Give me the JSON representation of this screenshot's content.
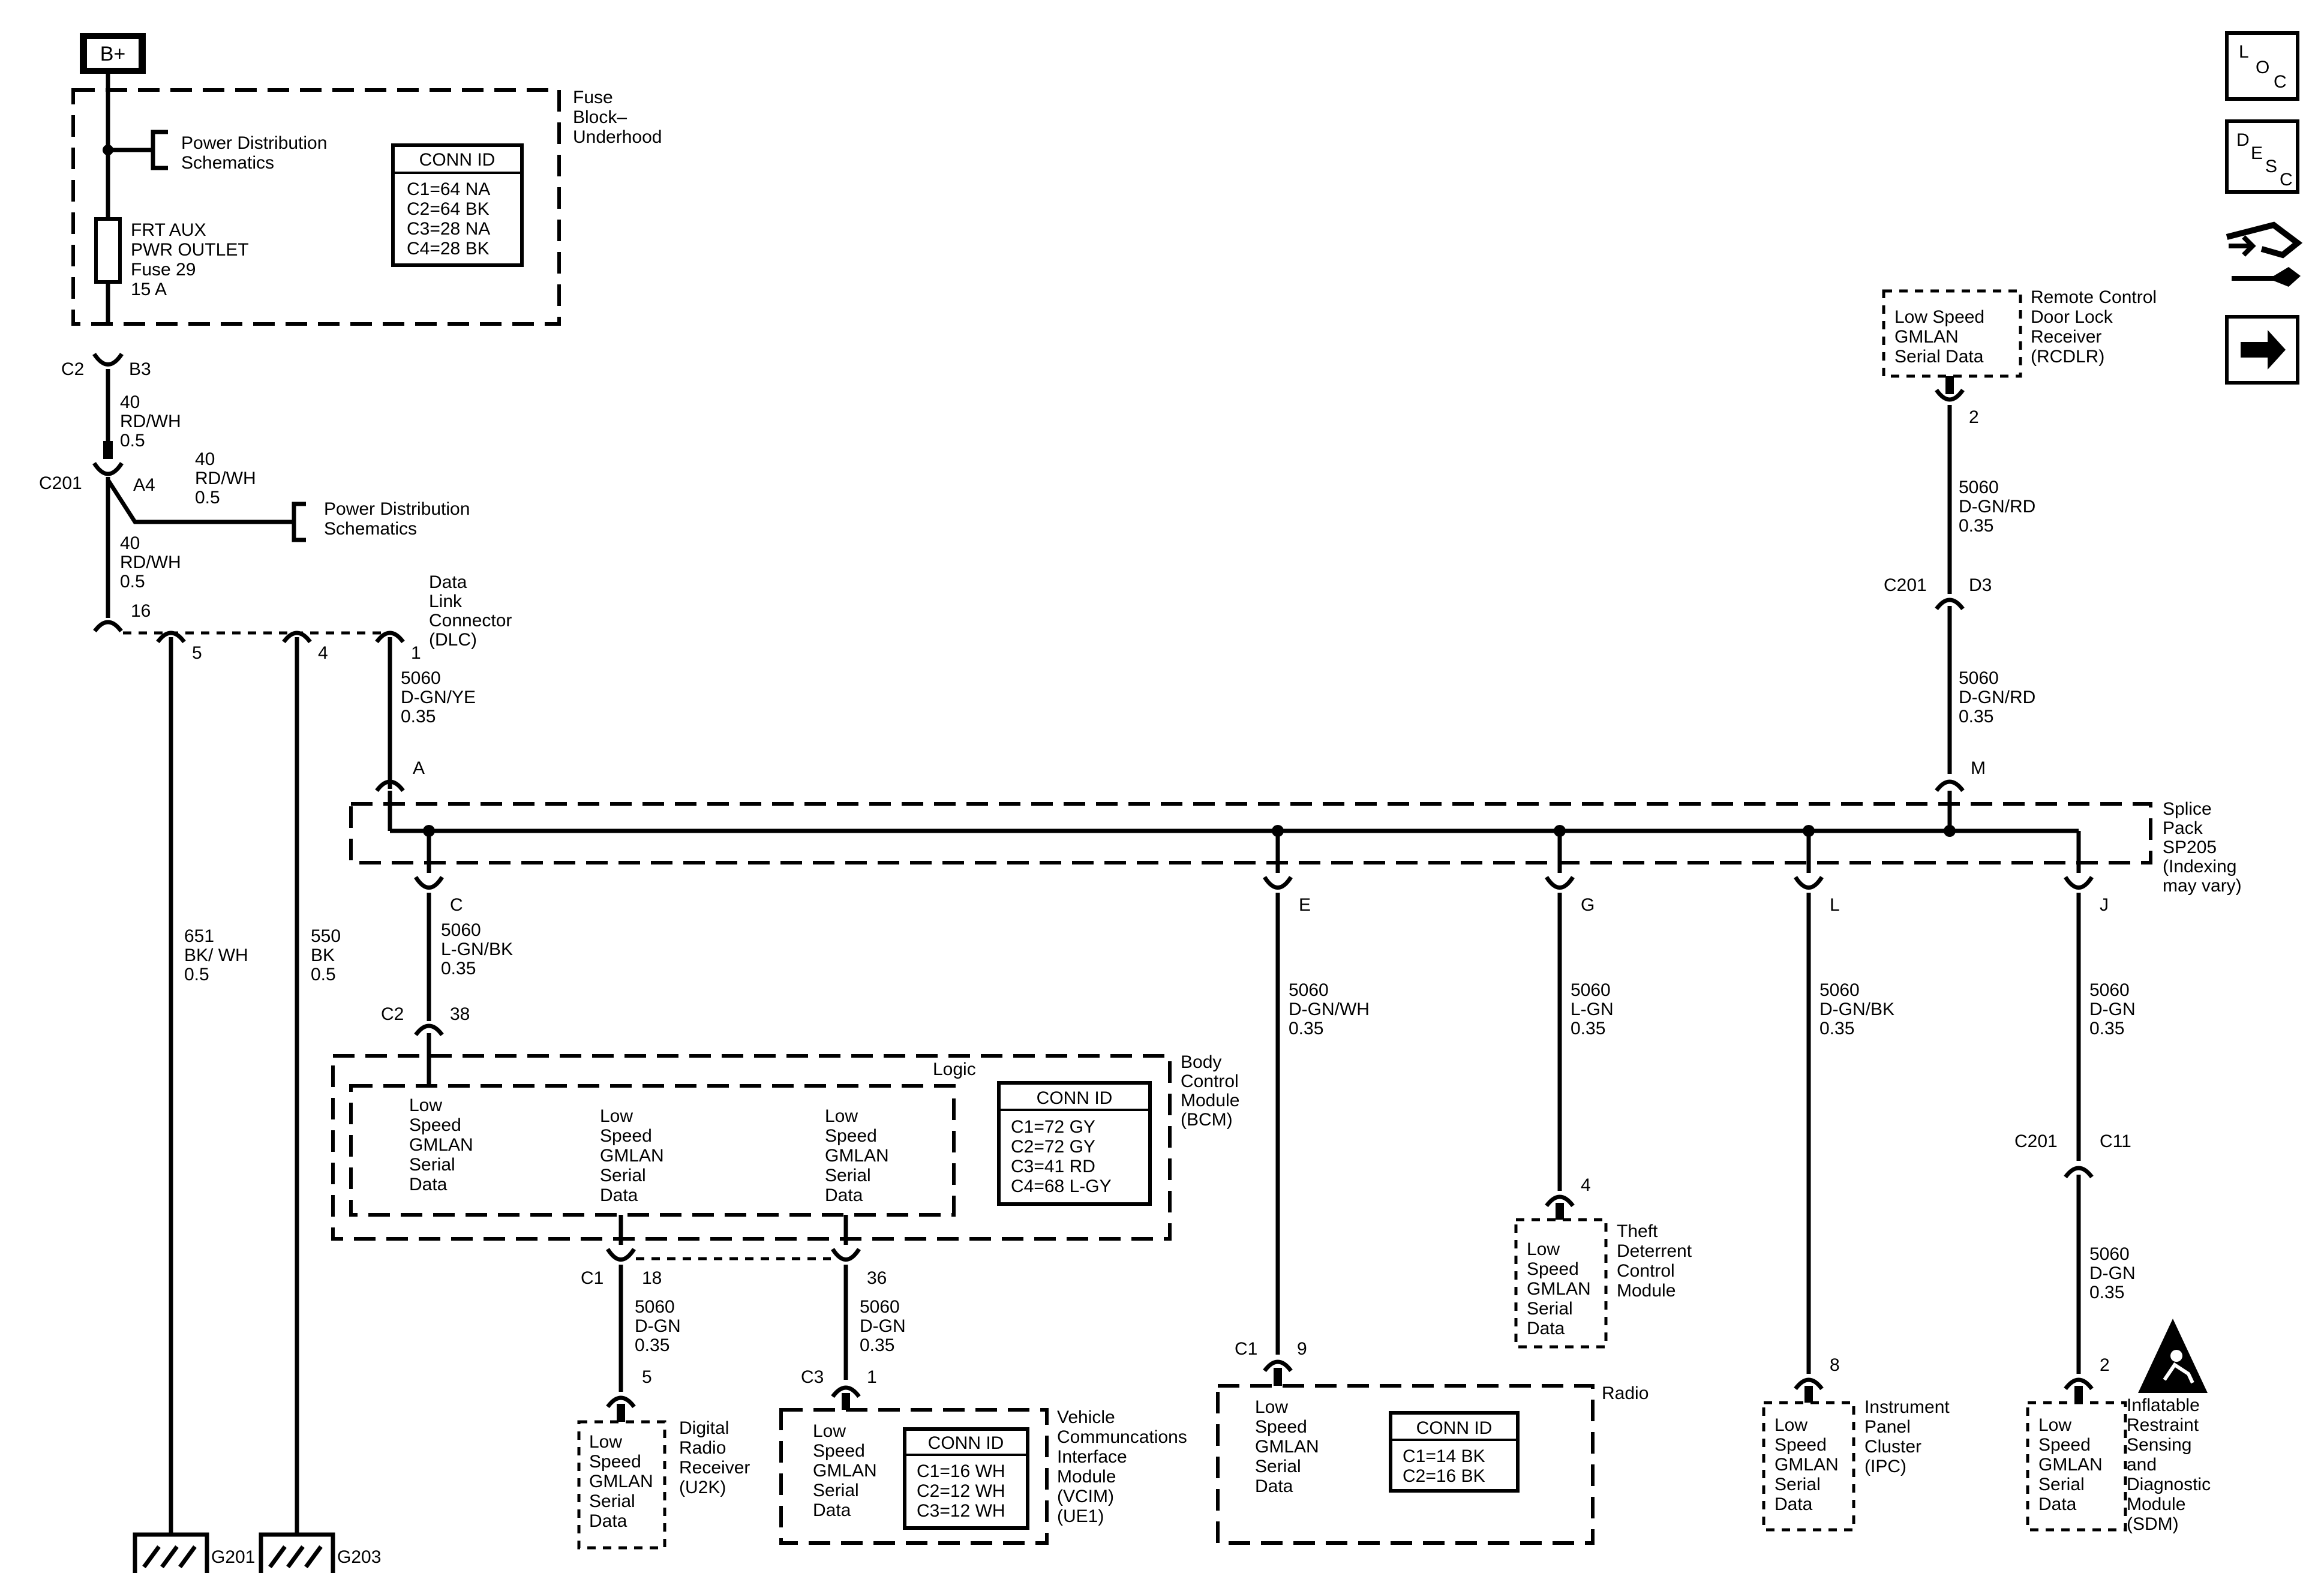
{
  "battery": "B+",
  "side_icons": {
    "loc": [
      "L",
      "O",
      "C"
    ],
    "desc": [
      "D",
      "E",
      "S",
      "C"
    ],
    "icons": [
      "wrench-hand-icon",
      "arrow-right-icon"
    ]
  },
  "fuse_block": {
    "name": [
      "Fuse",
      "Block–",
      "Underhood"
    ],
    "power_dist_1": [
      "Power Distribution",
      "Schematics"
    ],
    "fuse": [
      "FRT AUX",
      "PWR OUTLET",
      "Fuse 29",
      "15 A"
    ],
    "conn_id": {
      "title": "CONN ID",
      "rows": [
        "C1=64 NA",
        "C2=64 BK",
        "C3=28 NA",
        "C4=28 BK"
      ]
    }
  },
  "c2_b3": {
    "conn": "C2",
    "pin": "B3"
  },
  "wire_40_a": [
    "40",
    "RD/WH",
    "0.5"
  ],
  "c201_a4": {
    "conn": "C201",
    "pin": "A4"
  },
  "wire_40_b": [
    "40",
    "RD/WH",
    "0.5"
  ],
  "power_dist_2": [
    "Power Distribution",
    "Schematics"
  ],
  "wire_40_c": [
    "40",
    "RD/WH",
    "0.5"
  ],
  "dlc": {
    "name": [
      "Data",
      "Link",
      "Connector",
      "(DLC)"
    ],
    "pins": [
      "16",
      "5",
      "4",
      "1"
    ]
  },
  "wire_dlc_1": [
    "5060",
    "D-GN/YE",
    "0.35"
  ],
  "ground_wire_651": [
    "651",
    "BK/ WH",
    "0.5"
  ],
  "ground_wire_550": [
    "550",
    "BK",
    "0.5"
  ],
  "grounds": [
    "G201",
    "G203"
  ],
  "splice_pack": {
    "name": [
      "Splice",
      "Pack",
      "SP205",
      "(Indexing",
      "may vary)"
    ],
    "pins": {
      "a": "A",
      "m": "M",
      "c": "C",
      "e": "E",
      "g": "G",
      "l": "L",
      "j": "J"
    }
  },
  "rcdlr": {
    "box": [
      "Low Speed",
      "GMLAN",
      "Serial Data"
    ],
    "name": [
      "Remote Control",
      "Door Lock",
      "Receiver",
      "(RCDLR)"
    ],
    "pin": "2"
  },
  "wire_rcdlr_top": [
    "5060",
    "D-GN/RD",
    "0.35"
  ],
  "c201_d3": {
    "conn": "C201",
    "pin": "D3"
  },
  "wire_rcdlr_bot": [
    "5060",
    "D-GN/RD",
    "0.35"
  ],
  "wire_c": [
    "5060",
    "L-GN/BK",
    "0.35"
  ],
  "c2_38": {
    "conn": "C2",
    "pin": "38"
  },
  "bcm": {
    "logic": "Logic",
    "name": [
      "Body",
      "Control",
      "Module",
      "(BCM)"
    ],
    "cells": [
      [
        "Low",
        "Speed",
        "GMLAN",
        "Serial",
        "Data"
      ],
      [
        "Low",
        "Speed",
        "GMLAN",
        "Serial",
        "Data"
      ],
      [
        "Low",
        "Speed",
        "GMLAN",
        "Serial",
        "Data"
      ]
    ],
    "conn_id": {
      "title": "CONN ID",
      "rows": [
        "C1=72 GY",
        "C2=72 GY",
        "C3=41 RD",
        "C4=68 L-GY"
      ]
    }
  },
  "c1_18": {
    "conn": "C1",
    "pin": "18"
  },
  "pin_36": "36",
  "wire_bcm_18": [
    "5060",
    "D-GN",
    "0.35"
  ],
  "wire_bcm_36": [
    "5060",
    "D-GN",
    "0.35"
  ],
  "u2k": {
    "pin": "5",
    "box": [
      "Low",
      "Speed",
      "GMLAN",
      "Serial",
      "Data"
    ],
    "name": [
      "Digital",
      "Radio",
      "Receiver",
      "(U2K)"
    ]
  },
  "vcim": {
    "conn": "C3",
    "pin": "1",
    "box": [
      "Low",
      "Speed",
      "GMLAN",
      "Serial",
      "Data"
    ],
    "name": [
      "Vehicle",
      "Communcations",
      "Interface",
      "Module",
      "(VCIM)",
      "(UE1)"
    ],
    "conn_id": {
      "title": "CONN ID",
      "rows": [
        "C1=16 WH",
        "C2=12 WH",
        "C3=12 WH"
      ]
    }
  },
  "wire_e": [
    "5060",
    "D-GN/WH",
    "0.35"
  ],
  "radio": {
    "conn": "C1",
    "pin": "9",
    "name": "Radio",
    "box": [
      "Low",
      "Speed",
      "GMLAN",
      "Serial",
      "Data"
    ],
    "conn_id": {
      "title": "CONN ID",
      "rows": [
        "C1=14 BK",
        "C2=16 BK"
      ]
    }
  },
  "wire_g": [
    "5060",
    "L-GN",
    "0.35"
  ],
  "theft": {
    "pin": "4",
    "box": [
      "Low",
      "Speed",
      "GMLAN",
      "Serial",
      "Data"
    ],
    "name": [
      "Theft",
      "Deterrent",
      "Control",
      "Module"
    ]
  },
  "wire_l": [
    "5060",
    "D-GN/BK",
    "0.35"
  ],
  "ipc": {
    "pin": "8",
    "box": [
      "Low",
      "Speed",
      "GMLAN",
      "Serial",
      "Data"
    ],
    "name": [
      "Instrument",
      "Panel",
      "Cluster",
      "(IPC)"
    ]
  },
  "wire_j": [
    "5060",
    "D-GN",
    "0.35"
  ],
  "c201_c11": {
    "conn": "C201",
    "pin": "C11"
  },
  "wire_sdm": [
    "5060",
    "D-GN",
    "0.35"
  ],
  "sdm": {
    "pin": "2",
    "box": [
      "Low",
      "Speed",
      "GMLAN",
      "Serial",
      "Data"
    ],
    "name": [
      "Inflatable",
      "Restraint",
      "Sensing",
      "and",
      "Diagnostic",
      "Module",
      "(SDM)"
    ]
  }
}
